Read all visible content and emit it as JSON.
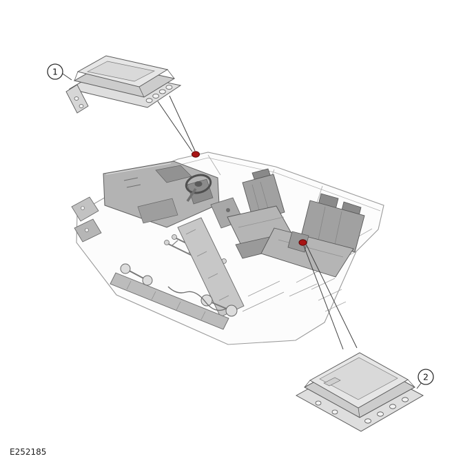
{
  "figure": {
    "id_label": "E252185",
    "callouts": [
      {
        "number": "1"
      },
      {
        "number": "2"
      }
    ],
    "colors": {
      "marker_red": "#a81414",
      "marker_red_edge": "#5c0808",
      "line_dark": "#3f3f3f",
      "background": "#ffffff"
    }
  }
}
